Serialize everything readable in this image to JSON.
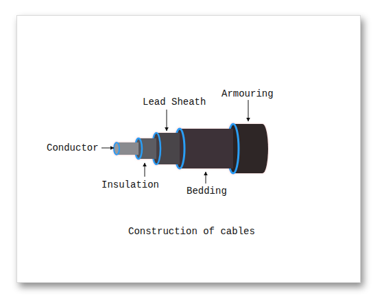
{
  "diagram": {
    "caption": "Construction of cables",
    "labels": [
      "Lead Sheath",
      "Armouring",
      "Conductor",
      "Insulation",
      "Bedding"
    ]
  }
}
